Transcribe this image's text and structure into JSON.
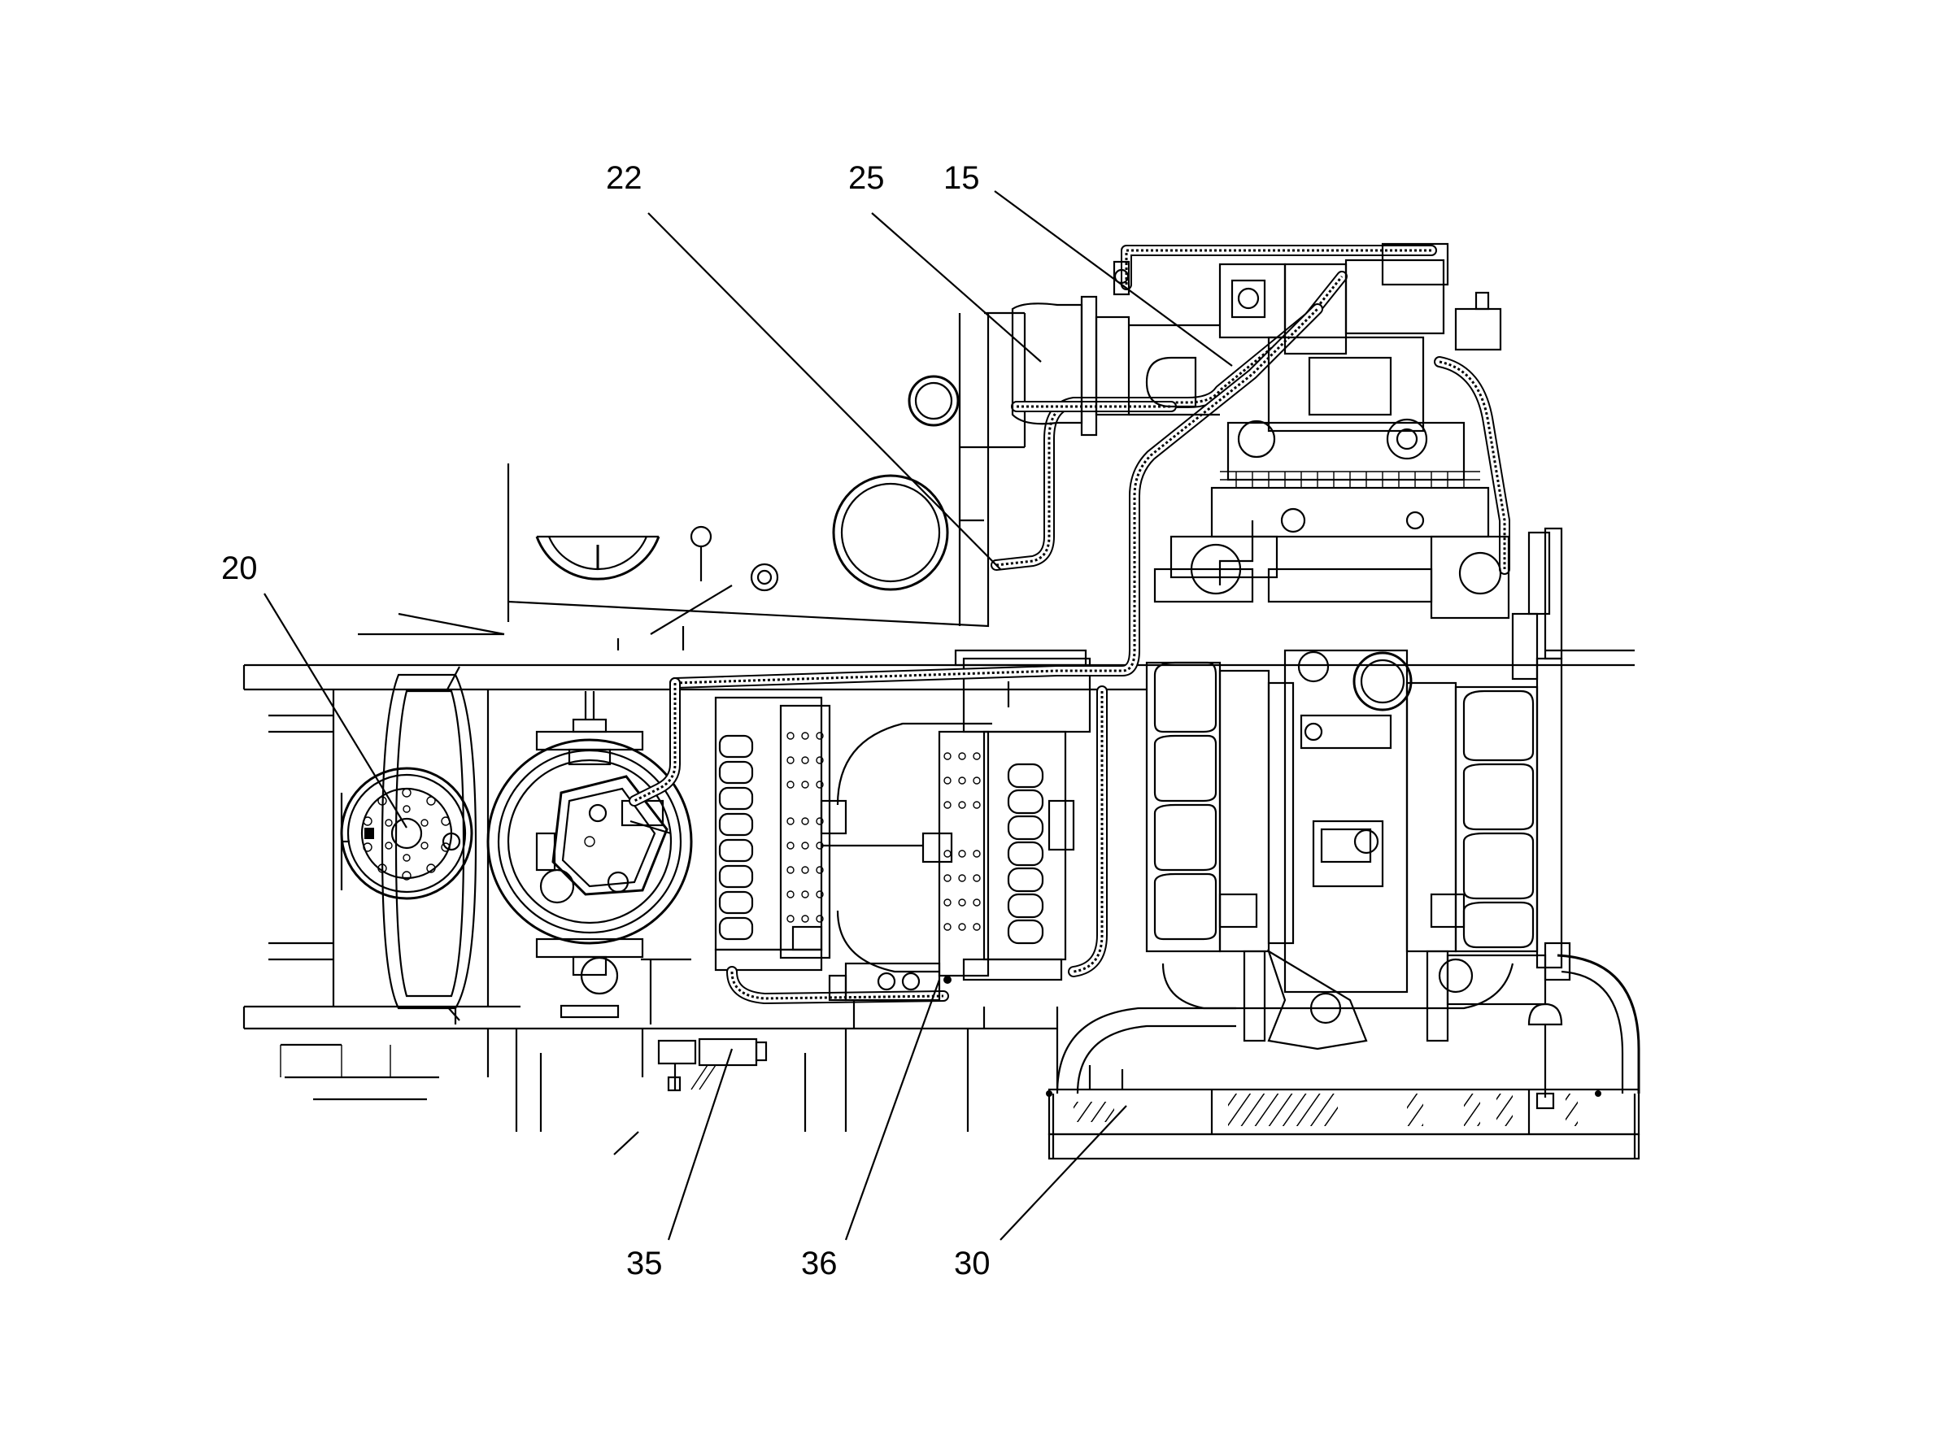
{
  "figure": {
    "reference_labels": [
      {
        "id": "22",
        "text": "22"
      },
      {
        "id": "25",
        "text": "25"
      },
      {
        "id": "15",
        "text": "15"
      },
      {
        "id": "20",
        "text": "20"
      },
      {
        "id": "35",
        "text": "35"
      },
      {
        "id": "36",
        "text": "36"
      },
      {
        "id": "30",
        "text": "30"
      }
    ]
  }
}
